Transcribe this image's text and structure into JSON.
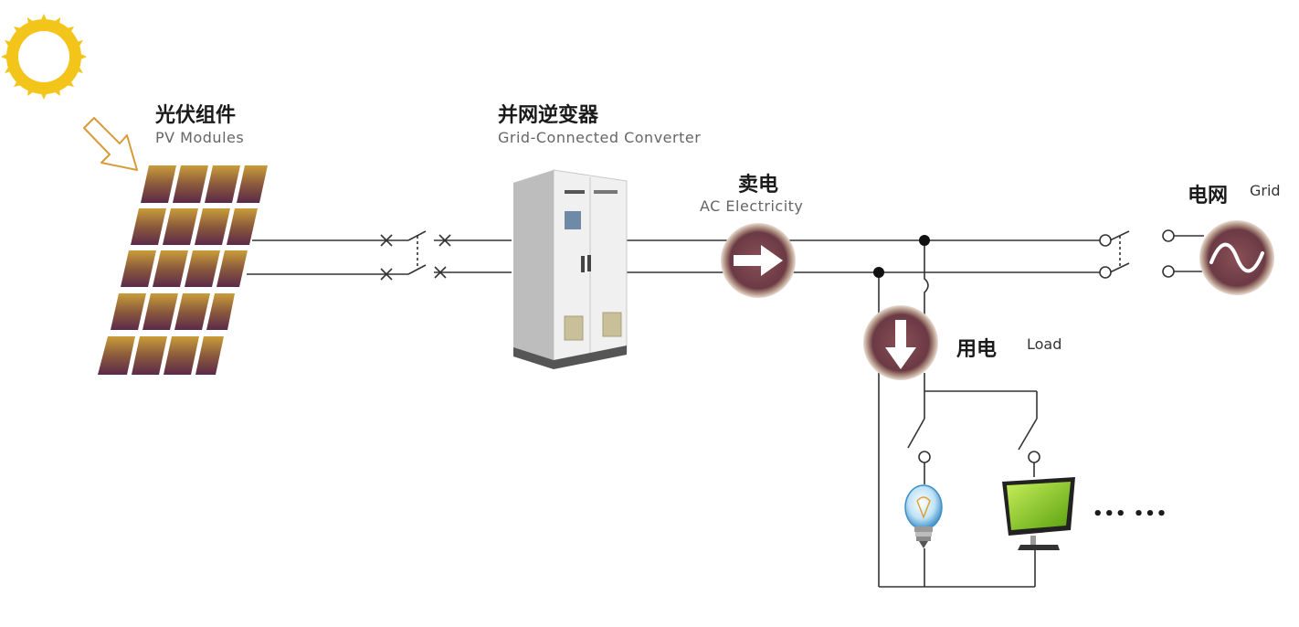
{
  "pv": {
    "zh": "光伏组件",
    "en": "PV Modules"
  },
  "inverter": {
    "zh": "并网逆变器",
    "en": "Grid-Connected Converter"
  },
  "sell": {
    "zh": "卖电",
    "en": "AC Electricity"
  },
  "grid": {
    "zh": "电网",
    "en": "Grid"
  },
  "load": {
    "zh": "用电",
    "en": "Load"
  },
  "ellipsis": "••• •••",
  "colors": {
    "line": "#333333",
    "sun": "#f3c51b",
    "arrow_outline": "#d99a3a",
    "panel_top": "#c99d3a",
    "panel_bottom": "#5b2a49",
    "bubble": "#6b3a44",
    "monitor_screen": "#8fd21f"
  },
  "icons": [
    "sun-icon",
    "sunlight-arrow-icon",
    "pv-panel-icon",
    "inverter-cabinet-icon",
    "right-arrow-icon",
    "down-arrow-icon",
    "sine-wave-icon",
    "light-bulb-icon",
    "monitor-icon"
  ]
}
